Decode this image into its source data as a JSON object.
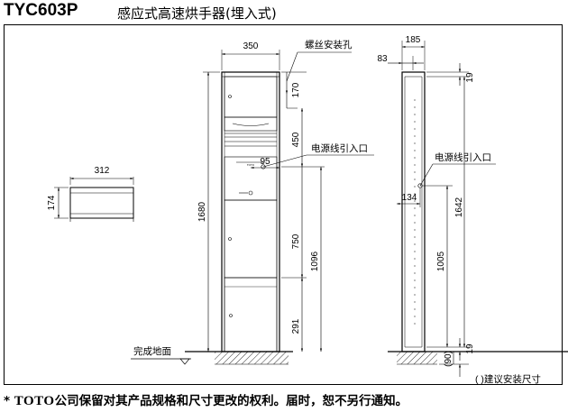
{
  "header": {
    "model": "TYC603P",
    "name": "感应式高速烘手器(埋入式)"
  },
  "dimensions": {
    "top_view_width": "312",
    "top_view_depth": "174",
    "front_width": "350",
    "front_height": "1680",
    "screw_hole_offset": "170",
    "upper_section": "450",
    "inlet_offset": "95",
    "mid_section": "750",
    "outlet_height": "1096",
    "bottom_section": "291",
    "side_depth": "185",
    "side_front_offset": "83",
    "side_inlet_offset": "134",
    "side_top_gap": "19",
    "side_height": "1642",
    "side_inlet_height": "1005",
    "side_bottom_gap": "19",
    "recommended_height": "(90)"
  },
  "labels": {
    "screw_hole": "螺丝安装孔",
    "power_inlet_front": "电源线引入口",
    "power_inlet_side": "电源线引入口",
    "floor": "完成地面",
    "recommended_note": "(   )建议安装尺寸"
  },
  "footer": {
    "asterisk": "*",
    "brand": "TOTO",
    "notice": "公司保留对其产品规格和尺寸更改的权利。届时，恕不另行通知。"
  }
}
